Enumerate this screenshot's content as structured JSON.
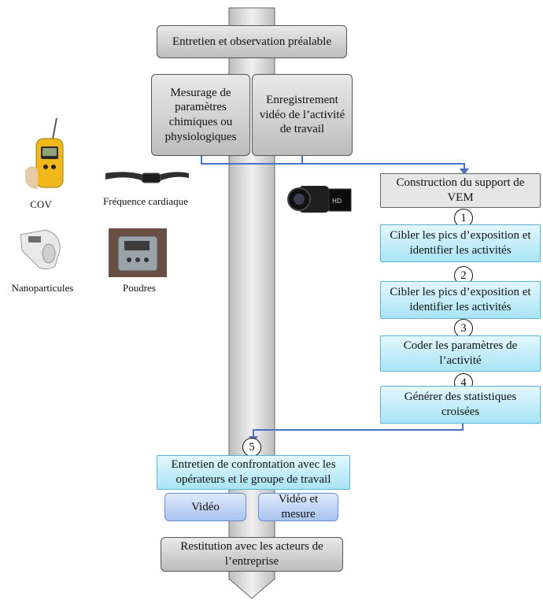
{
  "flow": {
    "step_top": "Entretien et observation préalable",
    "left_box": "Mesurage de paramètres chimiques ou physiologiques",
    "right_box": "Enregistrement vidéo de l’activité de travail",
    "vem_box": "Construction du support de VEM",
    "steps": [
      {
        "num": "1",
        "text": "Cibler les pics d’exposition et identifier les activités"
      },
      {
        "num": "2",
        "text": "Cibler les pics d’exposition et identifier les activités"
      },
      {
        "num": "3",
        "text": "Coder les paramètres de l’activité"
      },
      {
        "num": "4",
        "text": "Générer des statistiques croisées"
      }
    ],
    "step5": {
      "num": "5",
      "text": "Entretien de confrontation avec les opérateurs et le groupe de travail"
    },
    "sub_left": "Vidéo",
    "sub_right": "Vidéo et mesure",
    "bottom": "Restitution avec les acteurs de l’entreprise"
  },
  "devices": {
    "cov": "COV",
    "heart": "Fréquence cardiaque",
    "nano": "Nanoparticules",
    "powder": "Poudres"
  },
  "colors": {
    "arrow_line": "#4a72c4",
    "cyan_fill": "#bfeaf7",
    "blue_fill": "#bcd1f3",
    "gray_fill": "#d4d4d4"
  }
}
